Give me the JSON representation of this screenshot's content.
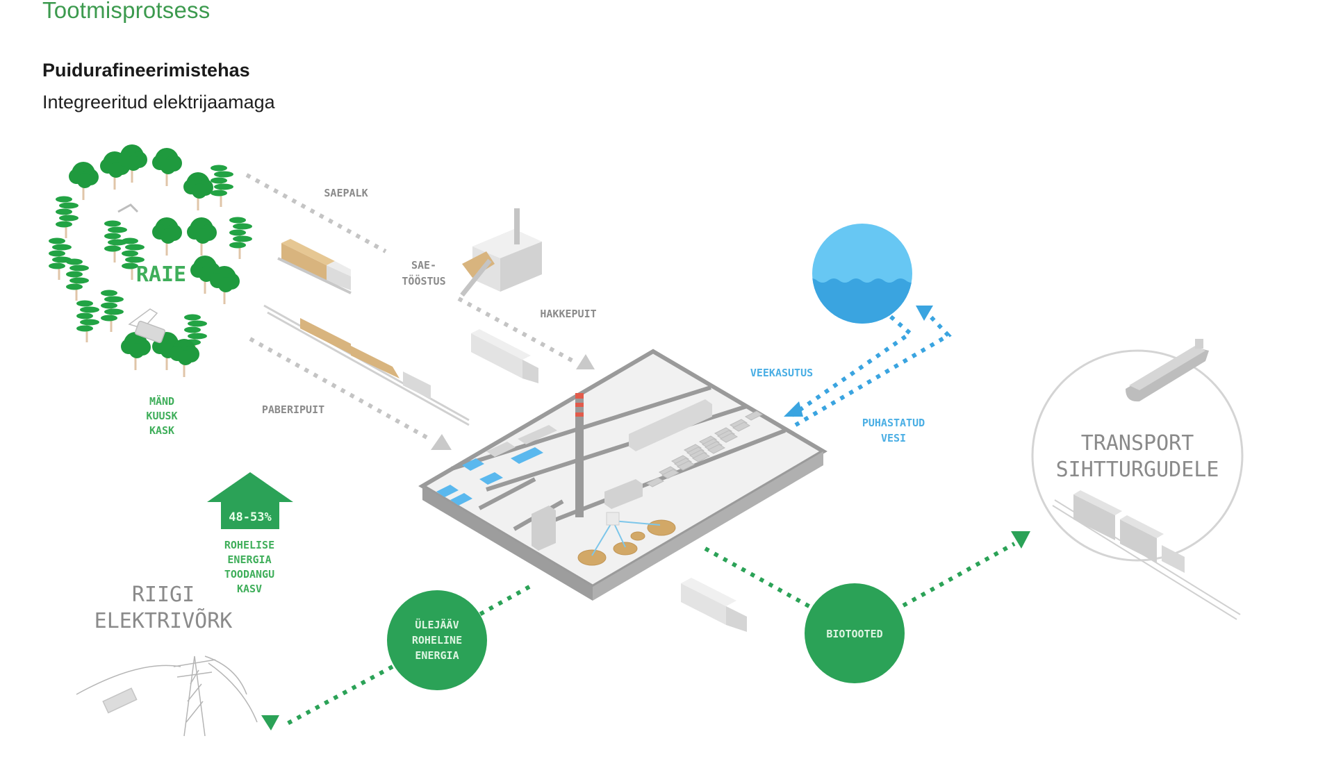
{
  "header": {
    "title": "Tootmisprotsess",
    "subtitle": "Puidurafineerimistehas",
    "description": "Integreeritud elektrijaamaga"
  },
  "colors": {
    "brand_green": "#2ba257",
    "title_green": "#3c9a4e",
    "water_light": "#67c7f3",
    "water_dark": "#3aa4e0",
    "label_gray": "#8a8a8a",
    "flow_gray": "#c4c4c4",
    "flow_blue": "#3aa4e0",
    "wood": "#d8b47e"
  },
  "diagram": {
    "forest": {
      "label": "RAIE",
      "species": [
        "MÄND",
        "KUUSK",
        "KASK"
      ]
    },
    "flows": {
      "saw_logs": "SAEPALK",
      "sawmill": [
        "SAE-",
        "TÖÖSTUS"
      ],
      "wood_chips": "HAKKEPUIT",
      "pulpwood": "PABERIPUIT",
      "water_use": "VEEKASUTUS",
      "treated_water": [
        "PUHASTATUD",
        "VESI"
      ]
    },
    "green_energy_growth": {
      "value": "48-53%",
      "caption": [
        "ROHELISE",
        "ENERGIA",
        "TOODANGU",
        "KASV"
      ]
    },
    "grid": {
      "label": [
        "RIIGI",
        "ELEKTRIVÕRK"
      ]
    },
    "surplus_energy": {
      "label": [
        "ÜLEJÄÄV",
        "ROHELINE",
        "ENERGIA"
      ]
    },
    "bioproducts": {
      "label": "BIOTOOTED"
    },
    "transport": {
      "label": [
        "TRANSPORT",
        "SIHTTURGUDELE"
      ]
    }
  }
}
